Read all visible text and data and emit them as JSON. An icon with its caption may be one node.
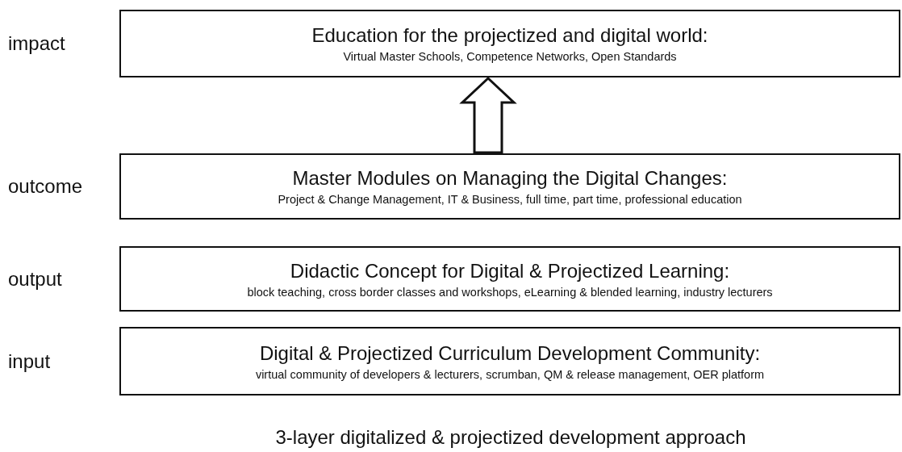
{
  "diagram": {
    "caption": "3-layer digitalized & projectized development approach",
    "nodes": [
      {
        "text": [
          "Education for the projectized and digital world:",
          "Virtual Master Schools, Competence Networks, Open Standards"
        ],
        "beside": [
          "impact"
        ]
      },
      {
        "text": [
          "Master Modules on Managing the Digital Changes:",
          "Project & Change Management, IT & Business, full time, part time, professional education"
        ],
        "beside": [
          "outcome"
        ]
      },
      {
        "text": [
          "Didactic Concept for Digital & Projectized Learning:",
          "block teaching, cross border classes and workshops, eLearning & blended learning, industry lecturers"
        ],
        "beside": [
          "output"
        ]
      },
      {
        "text": [
          "Digital & Projectized Curriculum Development Community:",
          "virtual community of developers & lecturers, scrumban, QM & release management, OER platform"
        ],
        "beside": [
          "input"
        ]
      }
    ],
    "edges": [
      {
        "from": 1,
        "to": 0,
        "arrow": "to"
      }
    ]
  }
}
